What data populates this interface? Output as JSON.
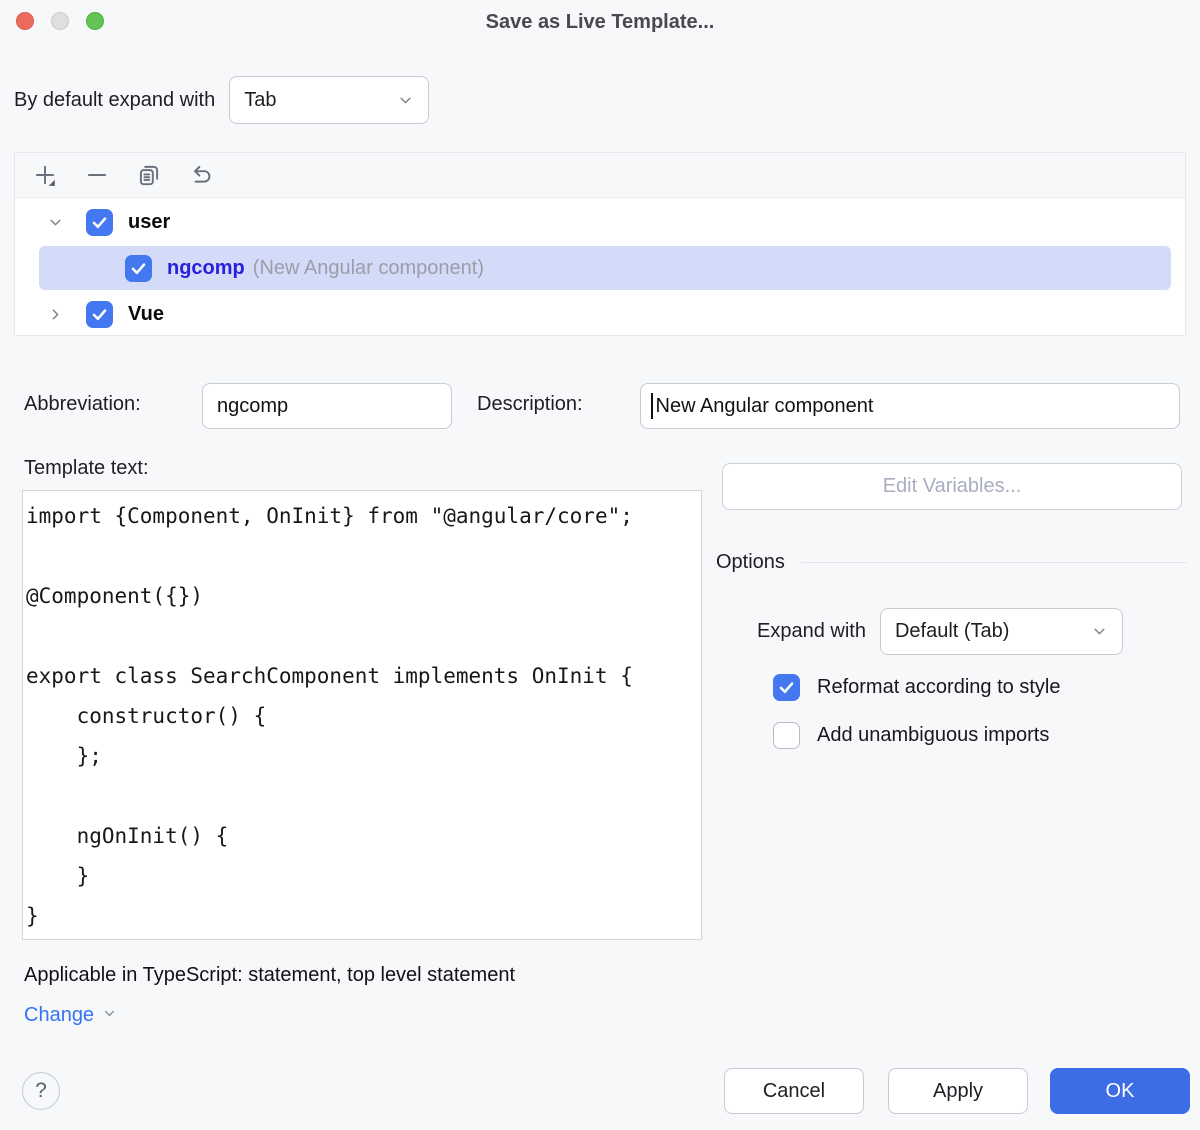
{
  "window": {
    "title": "Save as Live Template..."
  },
  "default_expand": {
    "label": "By default expand with",
    "value": "Tab"
  },
  "toolbar": {
    "icons": [
      {
        "name": "add-icon"
      },
      {
        "name": "remove-icon"
      },
      {
        "name": "duplicate-icon"
      },
      {
        "name": "undo-icon"
      }
    ]
  },
  "tree": {
    "items": [
      {
        "label": "user",
        "checked": true,
        "expanded": true,
        "selected": false
      },
      {
        "label": "ngcomp",
        "description": "(New Angular component)",
        "checked": true,
        "selected": true
      },
      {
        "label": "Vue",
        "checked": true,
        "expanded": false,
        "selected": false
      }
    ]
  },
  "form": {
    "abbreviation_label": "Abbreviation:",
    "abbreviation_value": "ngcomp",
    "description_label": "Description:",
    "description_value": "New Angular component",
    "template_text_label": "Template text:"
  },
  "template": {
    "code": "import {Component, OnInit} from \"@angular/core\";\n\n@Component({})\n\nexport class SearchComponent implements OnInit {\n    constructor() {\n    };\n\n    ngOnInit() {\n    }\n}"
  },
  "right_panel": {
    "edit_variables_label": "Edit Variables...",
    "options_title": "Options",
    "expand_with_label": "Expand with",
    "expand_with_value": "Default (Tab)",
    "checkboxes": [
      {
        "label": "Reformat according to style",
        "checked": true
      },
      {
        "label": "Add unambiguous imports",
        "checked": false
      }
    ]
  },
  "context": {
    "applicable_text": "Applicable in TypeScript: statement, top level statement",
    "change_label": "Change"
  },
  "footer": {
    "help_label": "?",
    "cancel_label": "Cancel",
    "apply_label": "Apply",
    "ok_label": "OK"
  },
  "colors": {
    "accent": "#3574F0",
    "checkbox_blue": "#4378F0",
    "selection_bg": "#D4DBF8",
    "selected_text": "#2721DF",
    "ok_button_bg": "#3D6CE7",
    "dialog_bg": "#F7F8FA"
  }
}
